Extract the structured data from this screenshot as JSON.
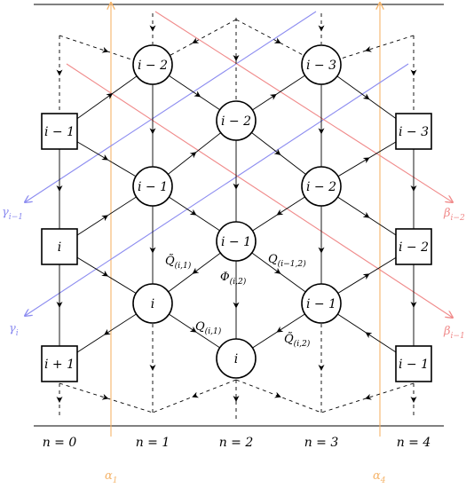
{
  "colors": {
    "line": "#000000",
    "alpha": "#f5b46a",
    "beta": "#f08a8a",
    "gamma": "#8c8cf0"
  },
  "circle_nodes": [
    {
      "id": "c1",
      "label": "i − 2"
    },
    {
      "id": "c2",
      "label": "i − 3"
    },
    {
      "id": "c3",
      "label": "i − 2"
    },
    {
      "id": "c4",
      "label": "i − 1"
    },
    {
      "id": "c5",
      "label": "i − 2"
    },
    {
      "id": "c6",
      "label": "i − 1"
    },
    {
      "id": "c7",
      "label": "i"
    },
    {
      "id": "c8",
      "label": "i − 1"
    },
    {
      "id": "c9",
      "label": "i"
    }
  ],
  "square_nodes": [
    {
      "id": "s1",
      "label": "i − 1"
    },
    {
      "id": "s2",
      "label": "i − 3"
    },
    {
      "id": "s3",
      "label": "i"
    },
    {
      "id": "s4",
      "label": "i − 2"
    },
    {
      "id": "s5",
      "label": "i + 1"
    },
    {
      "id": "s6",
      "label": "i − 1"
    }
  ],
  "field_labels": {
    "q_tilde_1": {
      "base": "Q̃",
      "sub": "(i,1)"
    },
    "q_1": {
      "base": "Q",
      "sub": "(i,1)"
    },
    "q_2": {
      "base": "Q",
      "sub": "(i−1,2)"
    },
    "phi": {
      "base": "Φ",
      "sub": "(i,2)"
    },
    "q_tilde_2": {
      "base": "Q̃",
      "sub": "(i,2)"
    }
  },
  "line_labels": {
    "gamma_top": {
      "base": "γ",
      "sub": "i−1"
    },
    "gamma_bottom": {
      "base": "γ",
      "sub": "i"
    },
    "beta_top": {
      "base": "β",
      "sub": "i−2"
    },
    "beta_bottom": {
      "base": "β",
      "sub": "i−1"
    },
    "alpha_left": {
      "base": "α",
      "sub": "1"
    },
    "alpha_right": {
      "base": "α",
      "sub": "4"
    }
  },
  "n_labels": [
    "n = 0",
    "n = 1",
    "n = 2",
    "n = 3",
    "n = 4"
  ]
}
